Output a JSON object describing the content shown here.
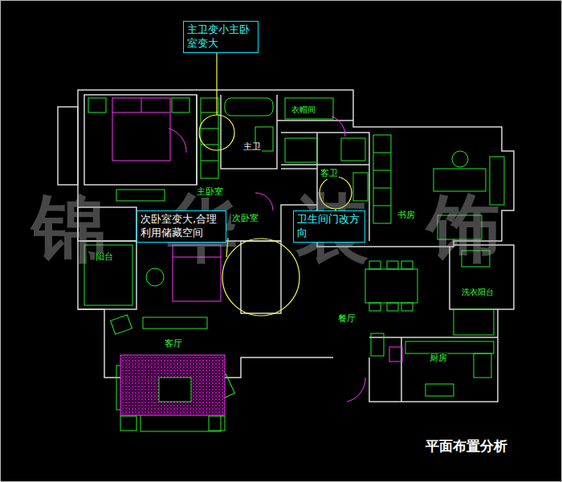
{
  "diagram": {
    "title": "平面布置分析",
    "nodes": [
      {
        "text": [
          "主卫变小主卧室变大"
        ]
      },
      {
        "text": [
          "次卧室变大,合理利用储藏空间"
        ]
      },
      {
        "text": [
          "卫生间门改方向"
        ]
      }
    ],
    "labels": [
      "锦华装饰",
      "主卧室",
      "主卫",
      "衣帽间",
      "客卫",
      "书房",
      "次卧室",
      "阳台",
      "餐厅",
      "客厅",
      "厨房",
      "洗衣阳台"
    ]
  }
}
